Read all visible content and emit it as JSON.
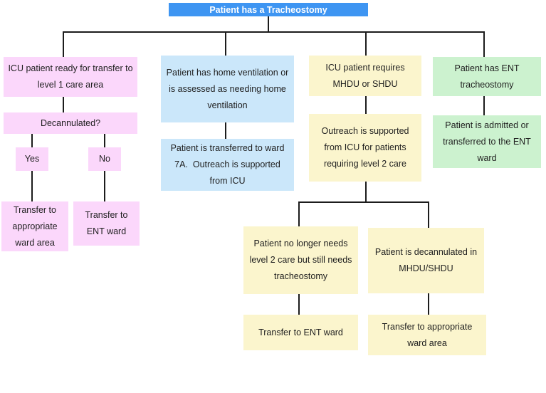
{
  "title": "Patient has a Tracheostomy",
  "branches": {
    "icu_level1": {
      "start": "ICU patient ready for transfer to level 1 care area",
      "decision": "Decannulated?",
      "yes": "Yes",
      "no": "No",
      "yes_outcome": "Transfer to appropriate ward area",
      "no_outcome": "Transfer to ENT ward"
    },
    "home_ventilation": {
      "start": "Patient has home ventilation or is assessed as needing home ventilation",
      "outcome": "Patient is transferred to ward 7A.  Outreach is supported from ICU"
    },
    "mhdu_shdu": {
      "start": "ICU patient requires MHDU or SHDU",
      "middle": "Outreach is supported from ICU for patients requiring level 2 care",
      "left_case": "Patient no longer needs level 2 care but still needs tracheostomy",
      "right_case": "Patient is decannulated in MHDU/SHDU",
      "left_outcome": "Transfer to ENT ward",
      "right_outcome": "Transfer to appropriate ward area"
    },
    "ent": {
      "start": "Patient has ENT tracheostomy",
      "outcome": "Patient is admitted or transferred to the ENT ward"
    }
  },
  "colors": {
    "header": "#3e95f2",
    "header_text": "#ffffff",
    "pink": "#fbd7fb",
    "blue": "#cbe7fa",
    "yellow": "#fbf5cd",
    "green": "#ccf2cf",
    "line": "#1c1c1c",
    "text": "#1f1f1f"
  }
}
